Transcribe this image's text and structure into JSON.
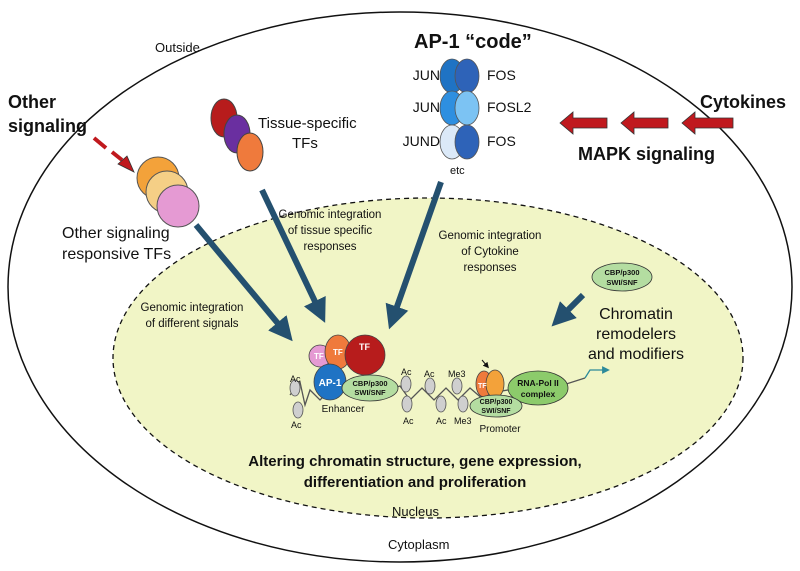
{
  "labels": {
    "outside": "Outside",
    "cytoplasm": "Cytoplasm",
    "nucleus": "Nucleus",
    "other_signaling_1": "Other",
    "other_signaling_2": "signaling",
    "cytokines": "Cytokines",
    "mapk": "MAPK signaling",
    "tissue_tfs_1": "Tissue-specific",
    "tissue_tfs_2": "TFs",
    "other_tfs_1": "Other signaling",
    "other_tfs_2": "responsive TFs",
    "chromatin_1": "Chromatin",
    "chromatin_2": "remodelers",
    "chromatin_3": "and modifiers",
    "outcome_1": "Altering chromatin structure, gene expression,",
    "outcome_2": "differentiation and proliferation"
  },
  "ap1": {
    "title": "AP-1 “code”",
    "pairs": [
      {
        "left": "JUN",
        "right": "FOS"
      },
      {
        "left": "JUN",
        "right": "FOSL2"
      },
      {
        "left": "JUND",
        "right": "FOS"
      }
    ],
    "etc": "etc"
  },
  "integrations": {
    "signals_1": "Genomic integration",
    "signals_2": "of different signals",
    "tissue_1": "Genomic integration",
    "tissue_2": "of tissue specific",
    "tissue_3": "responses",
    "cytokine_1": "Genomic integration",
    "cytokine_2": "of Cytokine",
    "cytokine_3": "responses"
  },
  "dna": {
    "tf": "TF",
    "ap1": "AP-1",
    "cbp_1": "CBP/p300",
    "cbp_2": "SWI/SNF",
    "enhancer": "Enhancer",
    "promoter": "Promoter",
    "rnapol_1": "RNA-Pol II",
    "rnapol_2": "complex",
    "ac": "Ac",
    "me3": "Me3"
  },
  "colors": {
    "cell_fill": "#ffffff",
    "nucleus_fill": "#f1f5c6",
    "arrow_blue": "#24506f",
    "arrow_red": "#c0191e",
    "cbp_green": "#b4dda1",
    "rnapol_green": "#8ccb6b",
    "ap1_blue": "#1f73c4"
  }
}
